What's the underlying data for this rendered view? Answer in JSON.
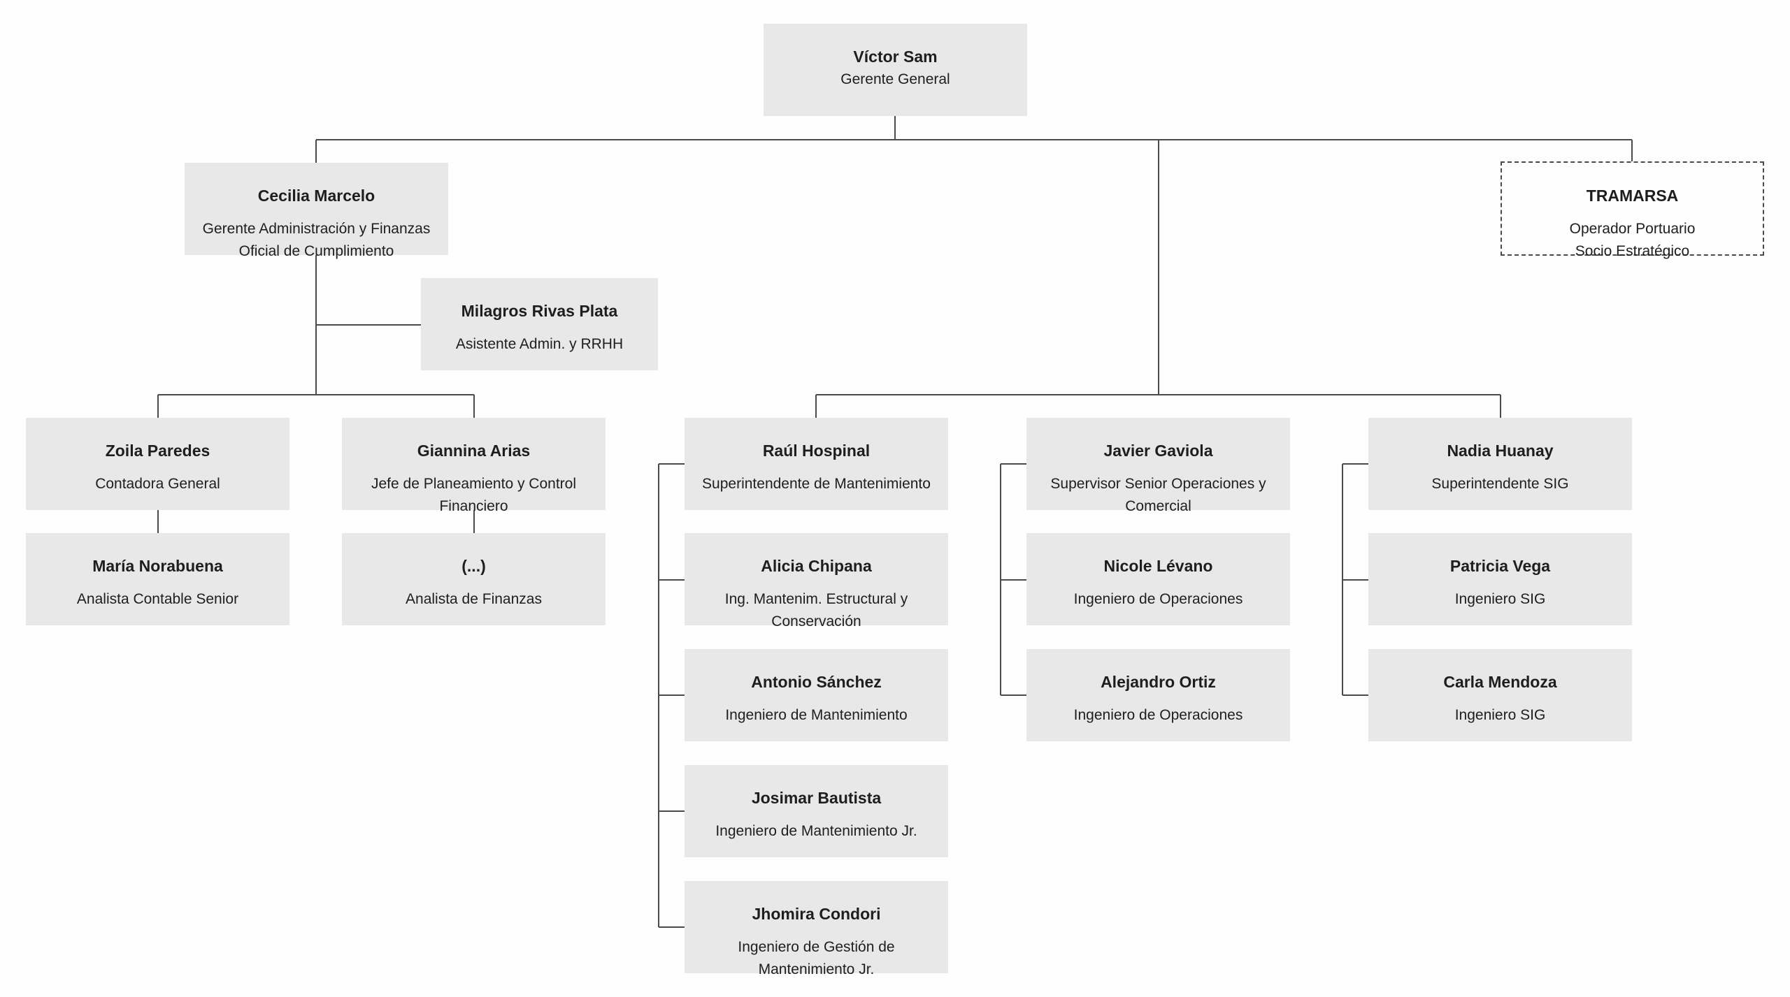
{
  "org": {
    "root": {
      "name": "Víctor Sam",
      "role": "Gerente General"
    },
    "admin_manager": {
      "name": "Cecilia Marcelo",
      "role_line1": "Gerente Administración y Finanzas",
      "role_line2": "Oficial de Cumplimiento"
    },
    "partner": {
      "name": "TRAMARSA",
      "role_line1": "Operador Portuario",
      "role_line2": "Socio Estratégico"
    },
    "assistant": {
      "name": "Milagros Rivas Plata",
      "role": "Asistente Admin. y RRHH"
    },
    "accountant": {
      "name": "Zoila Paredes",
      "role": "Contadora General"
    },
    "senior_analyst": {
      "name": "María Norabuena",
      "role": "Analista Contable Senior"
    },
    "planning_head": {
      "name": "Giannina Arias",
      "role": "Jefe de Planeamiento y Control Financiero"
    },
    "finance_analyst": {
      "name": "(...)",
      "role": "Analista de Finanzas"
    },
    "maintenance": [
      {
        "name": "Raúl Hospinal",
        "role": "Superintendente de Mantenimiento"
      },
      {
        "name": "Alicia Chipana",
        "role": "Ing. Mantenim. Estructural y Conservación"
      },
      {
        "name": "Antonio Sánchez",
        "role": "Ingeniero de Mantenimiento"
      },
      {
        "name": "Josimar Bautista",
        "role": "Ingeniero de Mantenimiento Jr."
      },
      {
        "name": "Jhomira Condori",
        "role": "Ingeniero de Gestión de Mantenimiento Jr."
      }
    ],
    "operations": [
      {
        "name": "Javier Gaviola",
        "role": "Supervisor Senior Operaciones y Comercial"
      },
      {
        "name": "Nicole Lévano",
        "role": "Ingeniero de Operaciones"
      },
      {
        "name": "Alejandro Ortiz",
        "role": "Ingeniero de Operaciones"
      }
    ],
    "sig": [
      {
        "name": "Nadia Huanay",
        "role": "Superintendente SIG"
      },
      {
        "name": "Patricia Vega",
        "role": "Ingeniero SIG"
      },
      {
        "name": "Carla Mendoza",
        "role": "Ingeniero SIG"
      }
    ]
  },
  "colors": {
    "box_fill": "#e8e8e8",
    "line": "#4a4a4a",
    "text": "#1e1e1e",
    "background": "#fefefe"
  }
}
